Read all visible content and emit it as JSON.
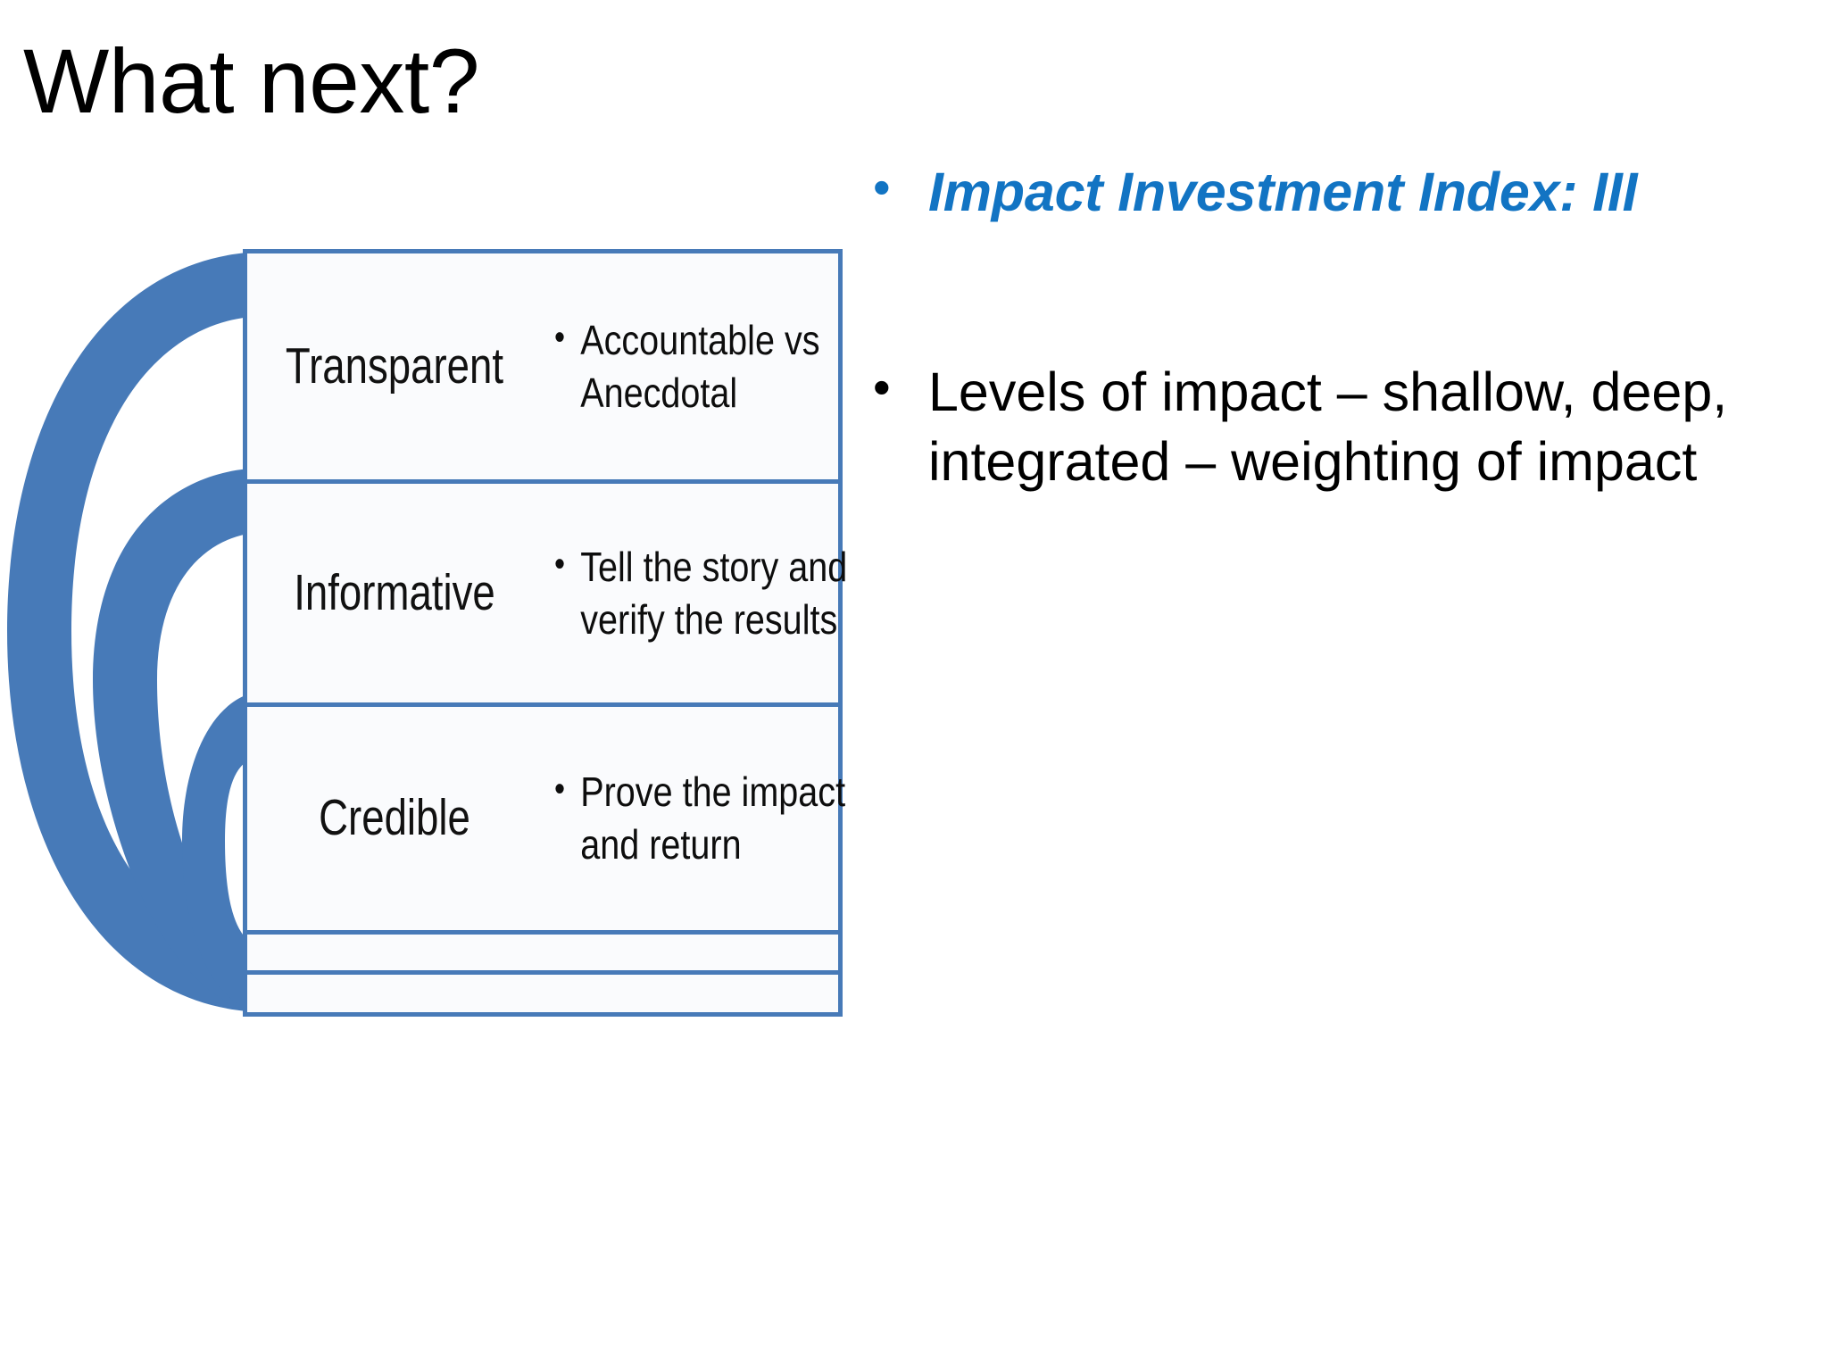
{
  "slide": {
    "title": "What next?",
    "background_color": "#ffffff"
  },
  "theme": {
    "accent_blue": "#477ab8",
    "link_blue": "#1274c3",
    "panel_fill": "#fafbfd",
    "text_black": "#000000"
  },
  "diagram": {
    "name": "nested-arc-process-diagram",
    "arc_color": "#477ab8",
    "arc_count": 3,
    "rows": [
      {
        "label": "Transparent",
        "bullet": "Accountable vs Anecdotal"
      },
      {
        "label": "Informative",
        "bullet": "Tell the story and verify the results"
      },
      {
        "label": "Credible",
        "bullet": "Prove the impact and return"
      }
    ],
    "empty_rows": 2
  },
  "right_column": {
    "items": [
      {
        "text": "Impact Investment Index: III",
        "style": "blue-bold-italic",
        "color": "#1274c3"
      },
      {
        "text": "Levels of impact – shallow, deep, integrated – weighting of impact",
        "style": "black-regular",
        "color": "#000000"
      }
    ]
  }
}
